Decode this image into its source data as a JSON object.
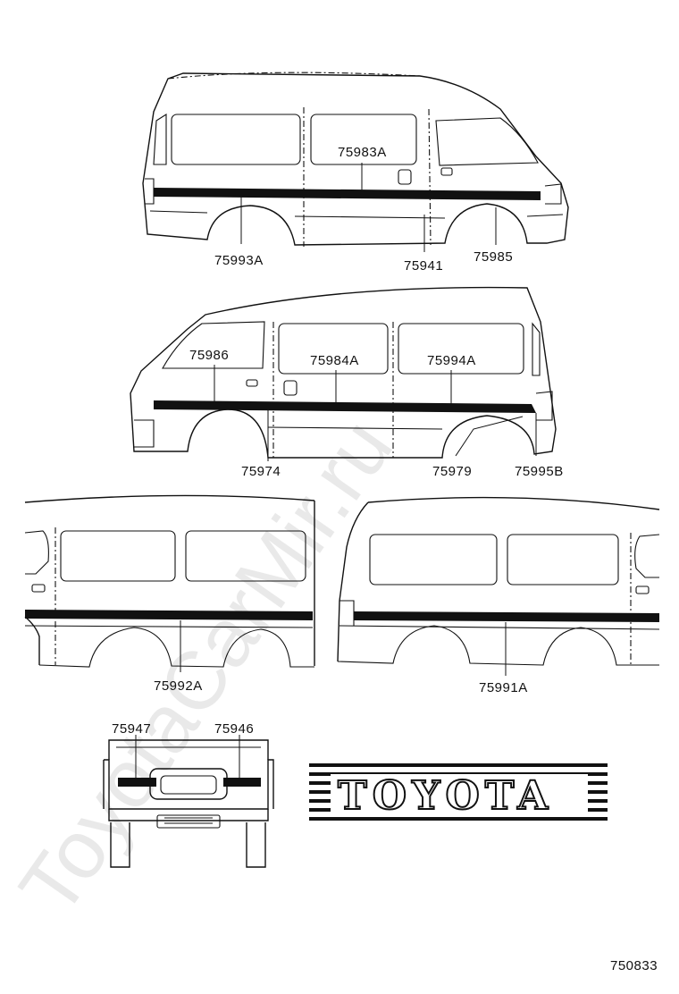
{
  "watermark": "ToyotaCarMir.ru",
  "diagram_code": "750833",
  "parts": {
    "p75983A": "75983A",
    "p75993A": "75993A",
    "p75941": "75941",
    "p75985": "75985",
    "p75986": "75986",
    "p75984A": "75984A",
    "p75994A": "75994A",
    "p75974": "75974",
    "p75979": "75979",
    "p75995B": "75995B",
    "p75992A": "75992A",
    "p75991A": "75991A",
    "p75947": "75947",
    "p75946": "75946"
  },
  "emblem_text": "TOYOTA"
}
